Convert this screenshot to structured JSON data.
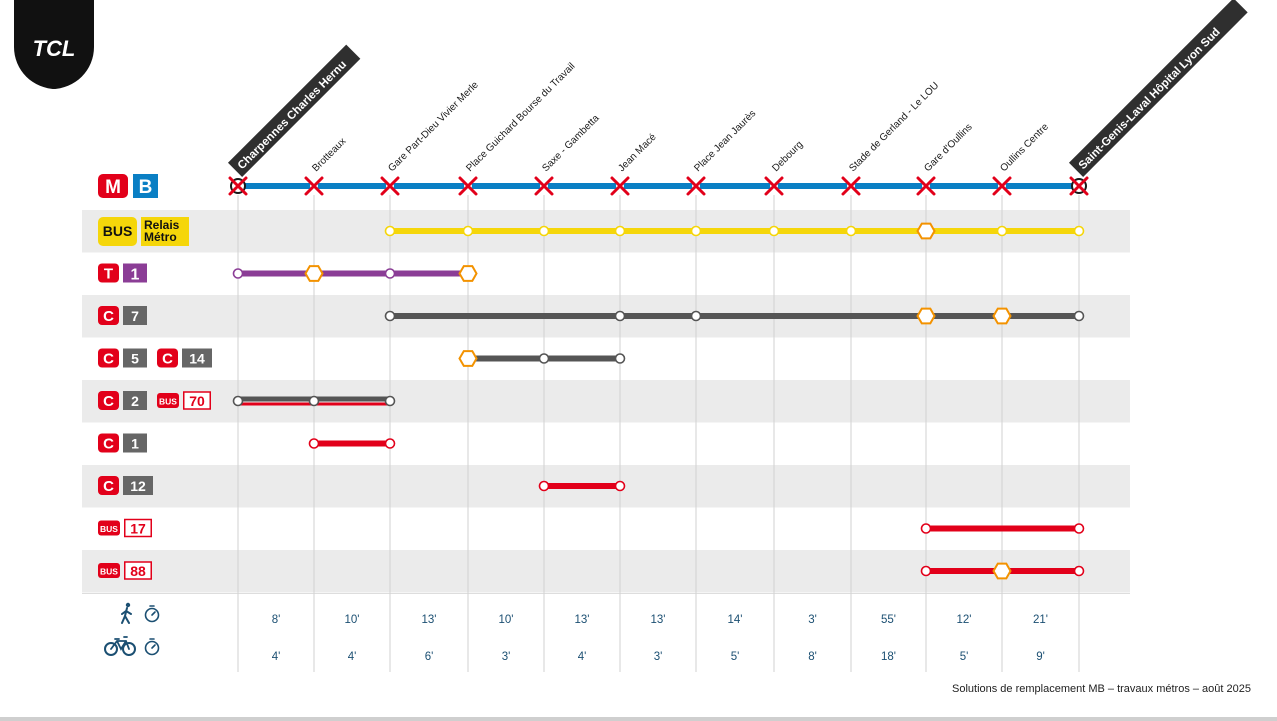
{
  "logo_text": "TCL",
  "stations": [
    {
      "name": "Charpennes Charles Hernu",
      "terminus": true
    },
    {
      "name": "Brotteaux",
      "terminus": false
    },
    {
      "name": "Gare Part-Dieu Vivier Merle",
      "terminus": false
    },
    {
      "name": "Place Guichard Bourse du Travail",
      "terminus": false
    },
    {
      "name": "Saxe - Gambetta",
      "terminus": false
    },
    {
      "name": "Jean Macé",
      "terminus": false
    },
    {
      "name": "Place Jean Jaurès",
      "terminus": false
    },
    {
      "name": "Debourg",
      "terminus": false
    },
    {
      "name": "Stade de Gerland - Le LOU",
      "terminus": false
    },
    {
      "name": "Gare d'Oullins",
      "terminus": false
    },
    {
      "name": "Oullins Centre",
      "terminus": false
    },
    {
      "name": "Saint-Genis-Laval Hôpital Lyon Sud",
      "terminus": true
    }
  ],
  "metro": {
    "mode": "M",
    "line": "B",
    "line_color": "#0a7fc4",
    "status": "closed"
  },
  "rows": [
    {
      "badges": [
        {
          "kind": "bus-yellow",
          "text": "BUS"
        },
        {
          "kind": "relais",
          "text": "Relais Métro"
        }
      ],
      "color": "#f5d60a",
      "style": "single",
      "stops": [
        2,
        3,
        4,
        5,
        6,
        7,
        8,
        9,
        10,
        11
      ],
      "transfer": [
        9
      ]
    },
    {
      "badges": [
        {
          "kind": "tram",
          "text": "T"
        },
        {
          "kind": "tram-line",
          "text": "1"
        }
      ],
      "color": "#8b3d96",
      "style": "single",
      "stops": [
        0,
        1,
        2,
        3
      ],
      "transfer": [
        1,
        3
      ]
    },
    {
      "badges": [
        {
          "kind": "c",
          "text": "C"
        },
        {
          "kind": "grey",
          "text": "7"
        }
      ],
      "color": "#555555",
      "style": "single",
      "stops": [
        2,
        5,
        6,
        9,
        10,
        11
      ],
      "transfer": [
        9,
        10
      ]
    },
    {
      "badges": [
        {
          "kind": "c",
          "text": "C"
        },
        {
          "kind": "grey",
          "text": "5"
        },
        {
          "kind": "c",
          "text": "C"
        },
        {
          "kind": "grey",
          "text": "14"
        }
      ],
      "color": "#555555",
      "style": "single",
      "stops": [
        3,
        4,
        5
      ],
      "transfer": [
        3
      ]
    },
    {
      "badges": [
        {
          "kind": "c",
          "text": "C"
        },
        {
          "kind": "grey",
          "text": "2"
        },
        {
          "kind": "bus-red",
          "text": "BUS"
        },
        {
          "kind": "red-outline",
          "text": "70"
        }
      ],
      "color": "#555555",
      "color2": "#e2001a",
      "style": "double",
      "stops": [
        0,
        1,
        2
      ],
      "transfer": []
    },
    {
      "badges": [
        {
          "kind": "c",
          "text": "C"
        },
        {
          "kind": "grey",
          "text": "1"
        }
      ],
      "color": "#e2001a",
      "style": "single",
      "stops": [
        1,
        2
      ],
      "transfer": []
    },
    {
      "badges": [
        {
          "kind": "c",
          "text": "C"
        },
        {
          "kind": "grey",
          "text": "12"
        }
      ],
      "color": "#e2001a",
      "style": "single",
      "stops": [
        4,
        5
      ],
      "transfer": []
    },
    {
      "badges": [
        {
          "kind": "bus-red",
          "text": "BUS"
        },
        {
          "kind": "red-outline",
          "text": "17"
        }
      ],
      "color": "#e2001a",
      "style": "single",
      "stops": [
        9,
        11
      ],
      "transfer": []
    },
    {
      "badges": [
        {
          "kind": "bus-red",
          "text": "BUS"
        },
        {
          "kind": "red-outline",
          "text": "88"
        }
      ],
      "color": "#e2001a",
      "style": "single",
      "stops": [
        9,
        10,
        11
      ],
      "transfer": [
        10
      ]
    }
  ],
  "times": {
    "walk_icon": "pedestrian-icon",
    "bike_icon": "bicycle-icon",
    "timer_icon": "stopwatch-icon",
    "walk": [
      "8'",
      "10'",
      "13'",
      "10'",
      "13'",
      "13'",
      "14'",
      "3'",
      "55'",
      "12'",
      "21'"
    ],
    "bike": [
      "4'",
      "4'",
      "6'",
      "3'",
      "4'",
      "3'",
      "5'",
      "8'",
      "18'",
      "5'",
      "9'"
    ]
  },
  "footer": "Solutions de remplacement MB – travaux métros – août 2025",
  "colors": {
    "tcl_red": "#e2001a",
    "metro_b": "#0a7fc4",
    "bus_yellow": "#f5d60a",
    "tram_purple": "#8b3d96",
    "grey_line": "#555555",
    "transfer_orange": "#f39200",
    "stripe": "#ebebeb",
    "time_blue": "#1b4f72"
  }
}
